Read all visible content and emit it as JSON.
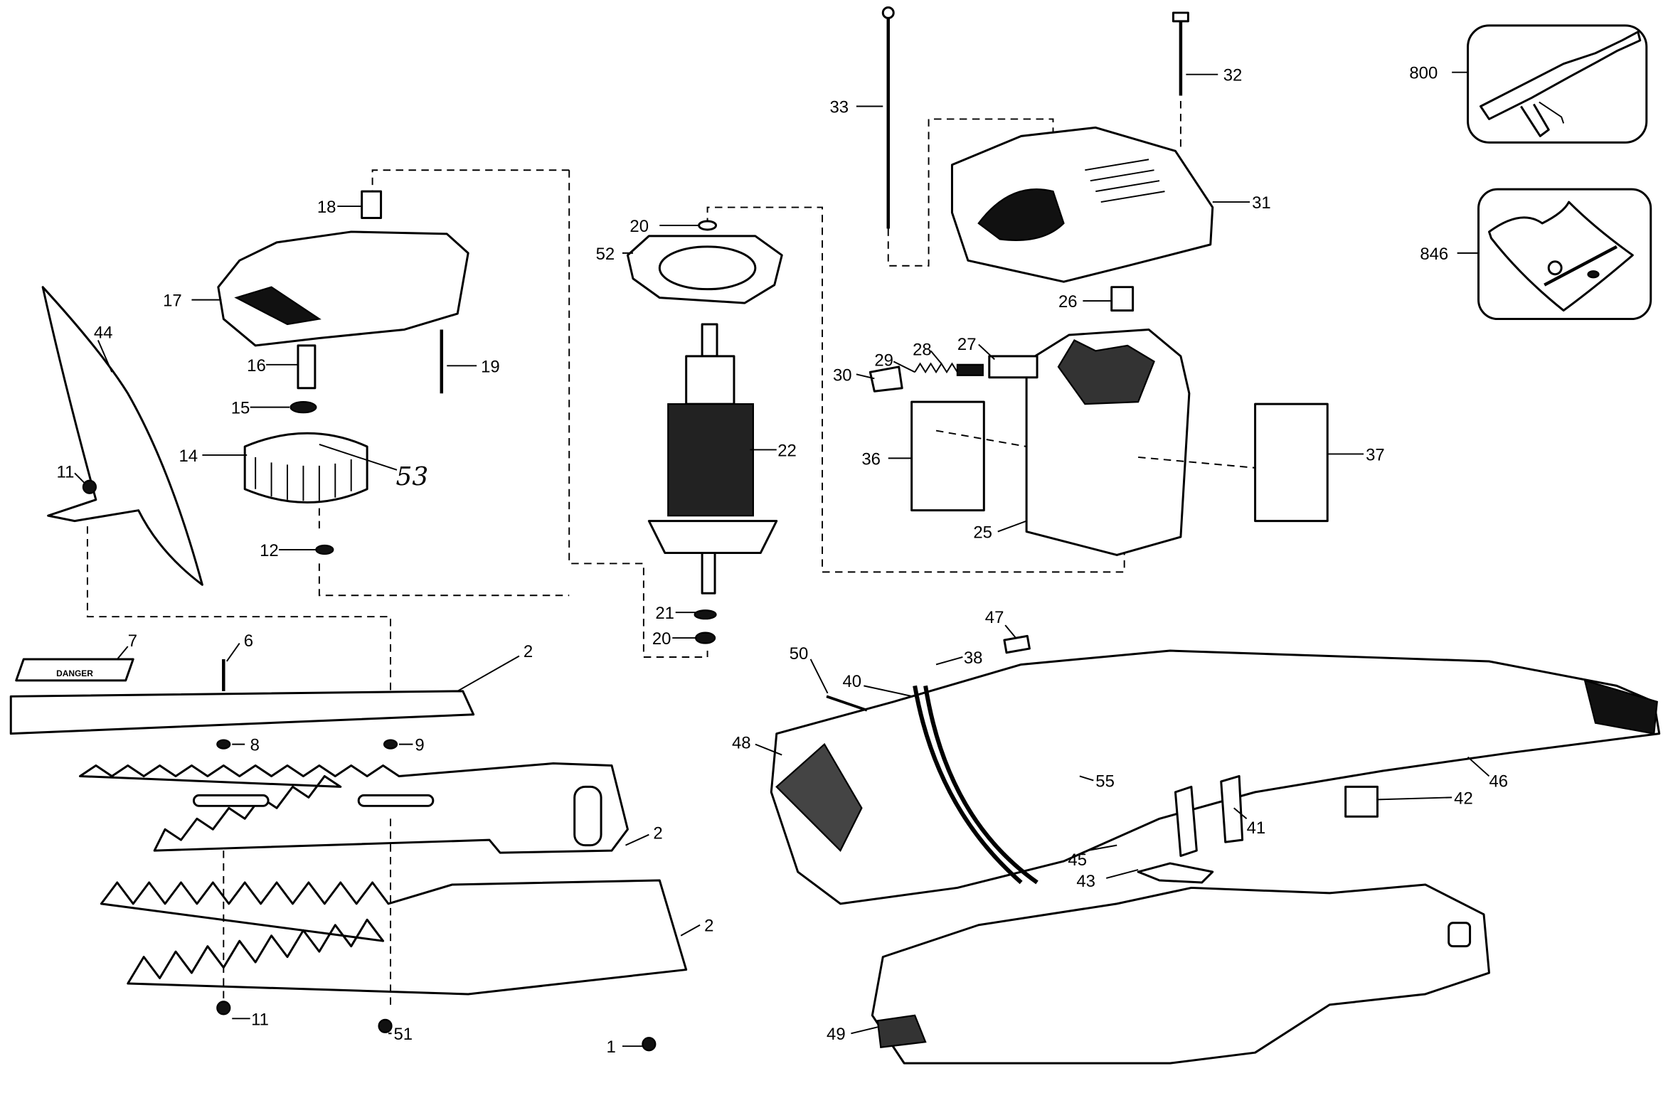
{
  "diagram": {
    "type": "exploded parts diagram",
    "danger_label_text": "DANGER",
    "labels": [
      "800",
      "846",
      "33",
      "32",
      "31",
      "20",
      "52",
      "18",
      "17",
      "16",
      "19",
      "15",
      "14",
      "53",
      "12",
      "44",
      "11",
      "22",
      "26",
      "27",
      "28",
      "29",
      "30",
      "36",
      "37",
      "25",
      "21",
      "20",
      "7",
      "6",
      "2",
      "8",
      "9",
      "2",
      "2",
      "11",
      "51",
      "1",
      "47",
      "38",
      "50",
      "40",
      "48",
      "55",
      "46",
      "42",
      "45",
      "41",
      "43",
      "49"
    ]
  }
}
